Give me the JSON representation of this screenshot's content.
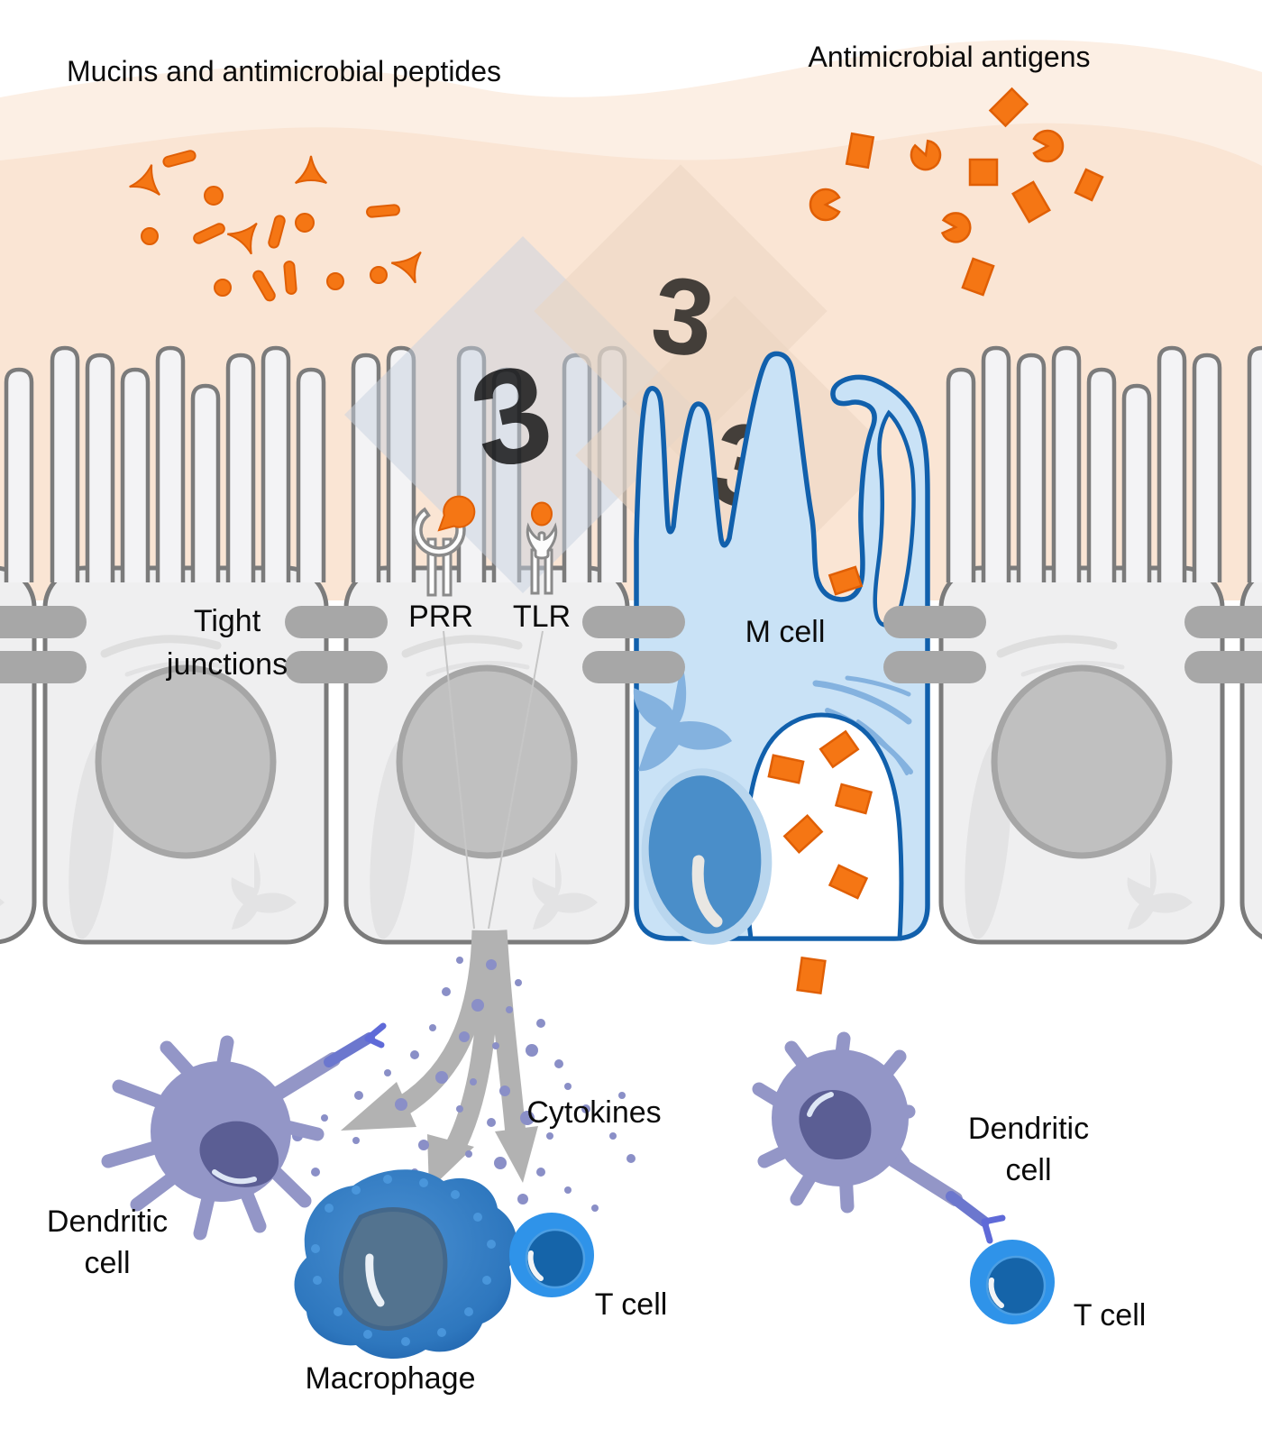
{
  "figure": {
    "type": "biological-diagram",
    "subject": "Intestinal epithelium mucosal immune defense with M cell antigen transport"
  },
  "labels": {
    "mucins": "Mucins and antimicrobial peptides",
    "antigens": "Antimicrobial antigens",
    "tight_line1": "Tight",
    "tight_line2": "junctions",
    "prr": "PRR",
    "tlr": "TLR",
    "m_cell": "M cell",
    "cytokines": "Cytokines",
    "dendritic_line1": "Dendritic",
    "dendritic_line2": "cell",
    "macrophage": "Macrophage",
    "t_cell": "T cell",
    "watermark_digit": "3"
  },
  "colors": {
    "antigen_orange": "#F57614",
    "antigen_orange_edge": "#E05F05",
    "mucus_peach_light": "#FCEFE4",
    "mucus_peach": "#FAE5D4",
    "epithelium_fill": "#EFEFF0",
    "epithelium_outline": "#7B7B7B",
    "nucleus_gray": "#C0C0C0",
    "tight_junction_gray": "#A7A7A7",
    "mcell_outline": "#1160AC",
    "mcell_fill": "#C9E2F6",
    "mcell_nucleus": "#4A8EC9",
    "arrow_gray": "#B2B2B2",
    "cytokine_dot": "#8A8FC7",
    "dendritic_purple": "#9396C7",
    "dendritic_nucleus": "#5B5E94",
    "macrophage_blue": "#2E77BE",
    "tcell_outer": "#2F93E9",
    "tcell_inner": "#1564A9"
  }
}
